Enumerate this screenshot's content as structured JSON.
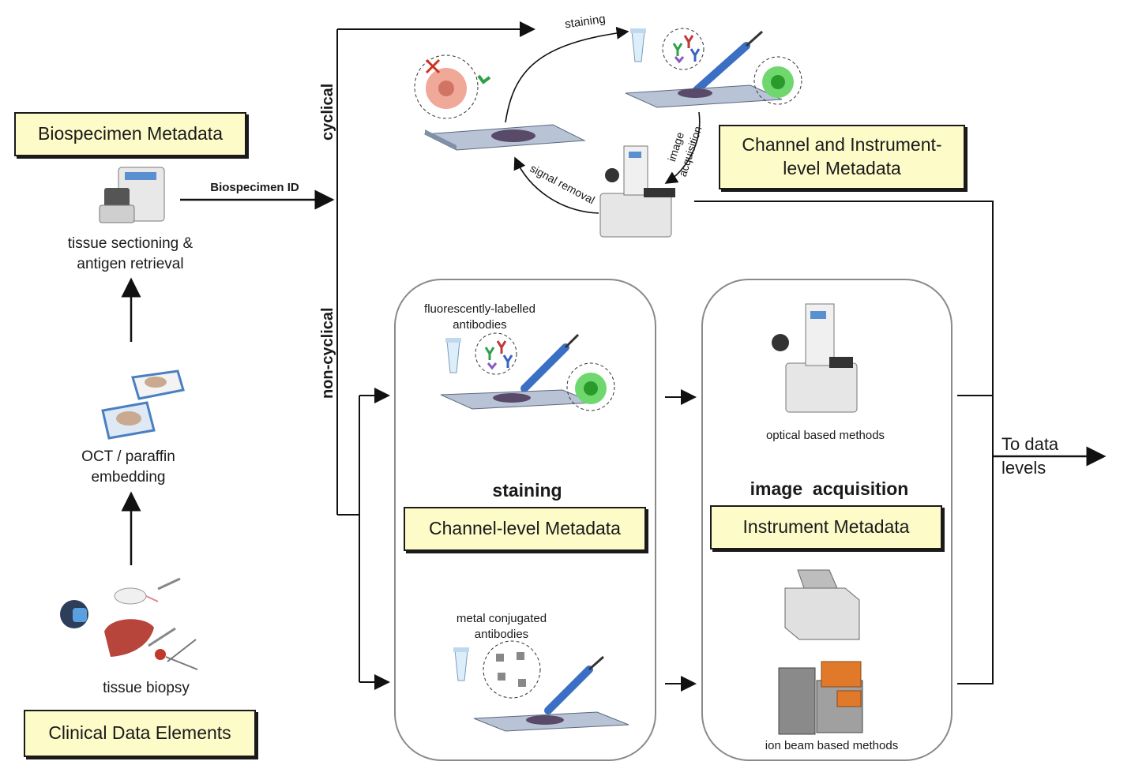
{
  "metadata_boxes": {
    "biospecimen": "Biospecimen Metadata",
    "clinical": "Clinical Data Elements",
    "channel_instrument": "Channel and Instrument-level Metadata",
    "channel_level": "Channel-level Metadata",
    "instrument": "Instrument Metadata"
  },
  "left_column": {
    "sectioning": "tissue sectioning & antigen retrieval",
    "embedding": "OCT / paraffin embedding",
    "biopsy": "tissue biopsy"
  },
  "arrows": {
    "biospecimen_id": "Biospecimen ID",
    "cyclical": "cyclical",
    "non_cyclical": "non-cyclical",
    "to_data_levels": "To data levels"
  },
  "cyclical_cycle": {
    "staining": "staining",
    "image_acquisition": "image acquisition",
    "signal_removal": "signal removal"
  },
  "staining_panel": {
    "title": "staining",
    "fluorescent": "fluorescently-labelled antibodies",
    "metal": "metal conjugated antibodies"
  },
  "acquisition_panel": {
    "title": "image  acquisition",
    "optical": "optical based methods",
    "ion_beam": "ion beam based methods"
  },
  "colors": {
    "box_fill": "#fdfbc8",
    "pipette": "#3a6fc4",
    "fluorescence": "#3cc83c",
    "tissue": "#5a4a6a",
    "orange_instrument": "#e07a2a"
  },
  "icons": [
    "microtome-icon",
    "cassette-icon",
    "mask-icon",
    "mouse-icon",
    "liver-icon",
    "tube-icon",
    "antibody-icon",
    "pipette-icon",
    "slide-icon",
    "fluorescent-cell-icon",
    "microscope-icon",
    "mass-cytometer-icon",
    "ion-beam-instrument-icon",
    "cell-icon"
  ]
}
